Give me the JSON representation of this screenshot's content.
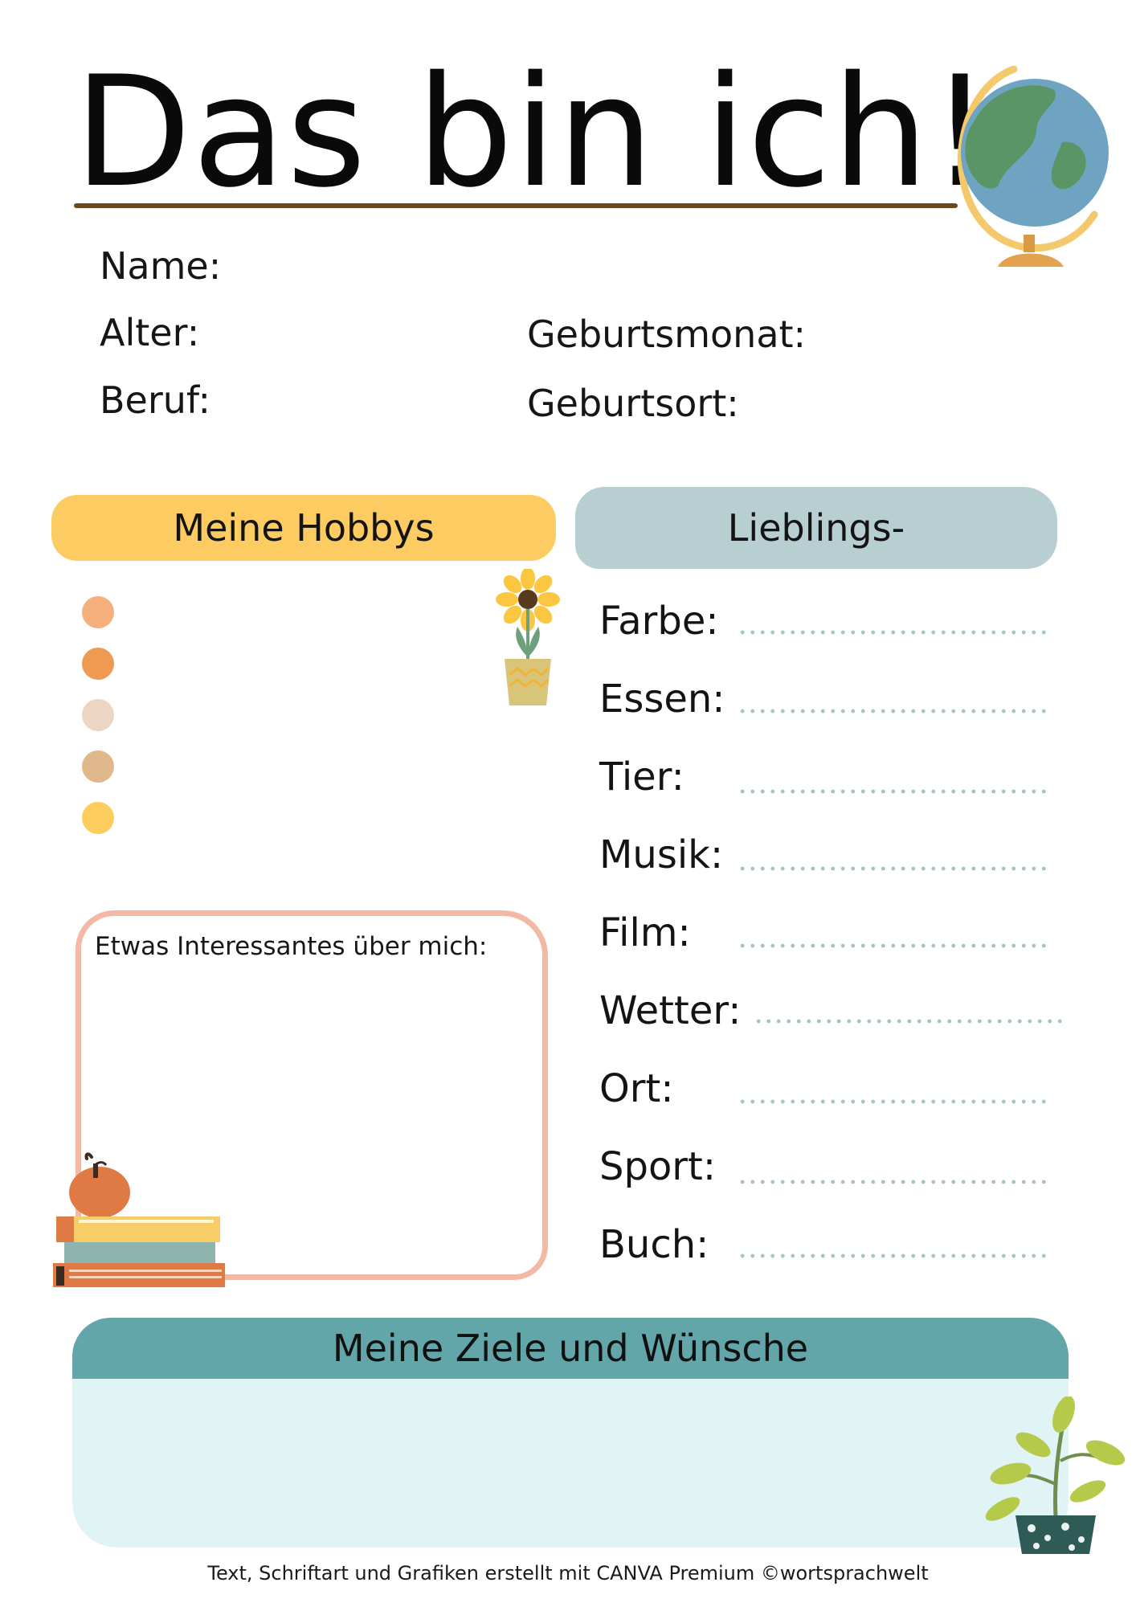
{
  "title": "Das bin ich!",
  "personal": {
    "name_label": "Name:",
    "age_label": "Alter:",
    "job_label": "Beruf:",
    "birth_month_label": "Geburtsmonat:",
    "birthplace_label": "Geburtsort:"
  },
  "hobbies": {
    "heading": "Meine Hobbys",
    "bullet_colors": [
      "#f6b07c",
      "#ee9a52",
      "#ecd5c2",
      "#e0b88c",
      "#fccd5e"
    ]
  },
  "favorites": {
    "heading": "Lieblings-",
    "items": [
      "Farbe:",
      "Essen:",
      "Tier:",
      "Musik:",
      "Film:",
      "Wetter:",
      "Ort:",
      "Sport:",
      "Buch:"
    ]
  },
  "fact": {
    "label": "Etwas Interessantes über mich:"
  },
  "goals": {
    "heading": "Meine Ziele und Wünsche"
  },
  "footer": "Text, Schriftart und Grafiken erstellt mit CANVA Premium ©wortsprachwelt",
  "colors": {
    "underline": "#6b4a1e",
    "hobbies_pill": "#fccb62",
    "favorites_pill": "#b7cfd1",
    "fact_border": "#f3b9a4",
    "goals_head": "#62a6aa",
    "goals_body": "#e1f4f5",
    "dotted_line": "#a6c4c6"
  },
  "illustrations": [
    "globe-icon",
    "sunflower-pot-icon",
    "books-apple-icon",
    "potted-plant-icon"
  ]
}
